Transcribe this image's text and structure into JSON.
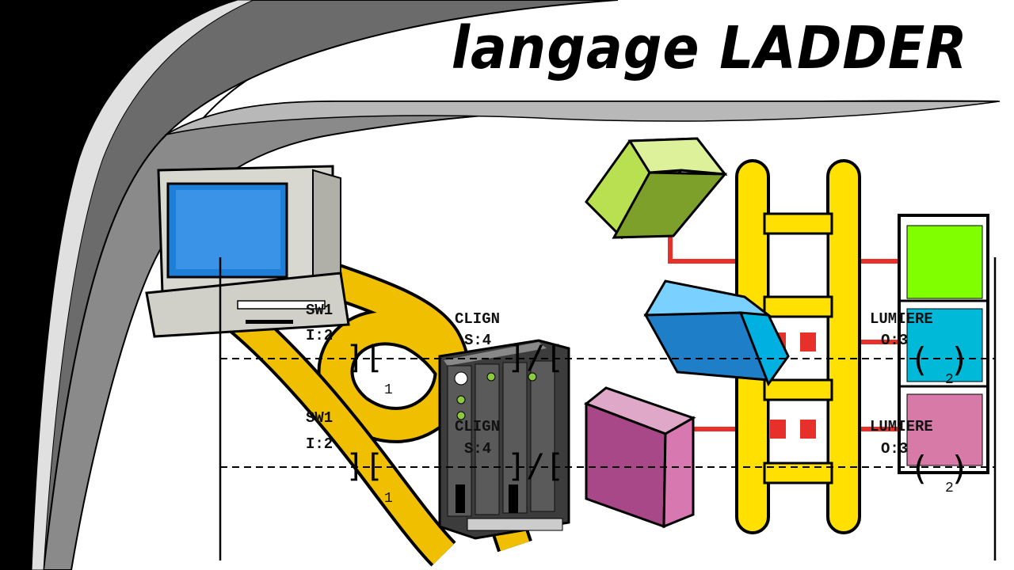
{
  "title": "langage LADDER",
  "rungs": [
    {
      "contact1": {
        "label": "SW1",
        "address": "I:2",
        "symbol": "][",
        "bit": "1"
      },
      "contact2": {
        "label": "CLIGN",
        "address": "S:4",
        "symbol": "]/["
      },
      "coil": {
        "label": "LUMIERE",
        "address": "O:3",
        "symbol": "( )",
        "bit": "2"
      }
    },
    {
      "contact1": {
        "label": "SW1",
        "address": "I:2",
        "symbol": "][",
        "bit": "1"
      },
      "contact2": {
        "label": "CLIGN",
        "address": "S:4",
        "symbol": "]/["
      },
      "coil": {
        "label": "LUMIERE",
        "address": "O:3",
        "symbol": "( )",
        "bit": "2"
      }
    }
  ],
  "colors": {
    "cable": "#f0c000",
    "ladder": "#ffe000",
    "wire": "#e8302a",
    "block_green": "#7fff00",
    "block_cyan": "#00b8d8",
    "block_pink": "#d87aa8"
  },
  "icons": [
    "computer-icon",
    "plc-rack-icon",
    "cube-green-icon",
    "cube-blue-icon",
    "cube-pink-icon",
    "ladder-icon"
  ]
}
